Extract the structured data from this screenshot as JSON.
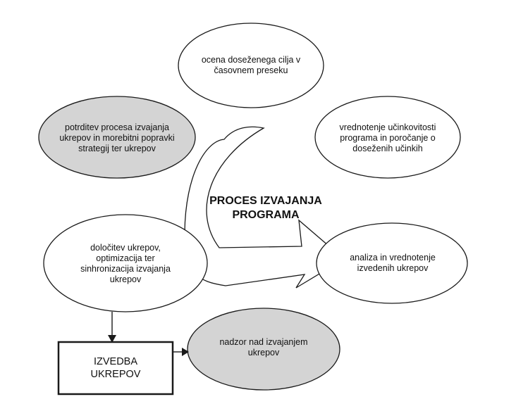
{
  "title": "PROCES IZVAJANJA\nPROGRAMA",
  "nodes": {
    "top": "ocena doseženega cilja v\nčasovnem preseku",
    "upper_right": "vrednotenje učinkovitosti\nprograma in  poročanje o\ndoseženih učinkih",
    "right": "analiza in vrednotenje\n izvedenih ukrepov",
    "lower_center": "nadzor nad izvajanjem\nukrepov",
    "left": "določitev ukrepov,\noptimizacija ter\nsinhronizacija izvajanja\nukrepov",
    "upper_left": "potrditev procesa izvajanja\nukrepov in morebitni popravki\nstrategij ter ukrepov"
  },
  "box": {
    "label": "IZVEDBA\nUKREPOV"
  },
  "colors": {
    "shaded_fill": "#d4d4d4",
    "plain_fill": "#ffffff",
    "stroke": "#1a1a1a"
  }
}
